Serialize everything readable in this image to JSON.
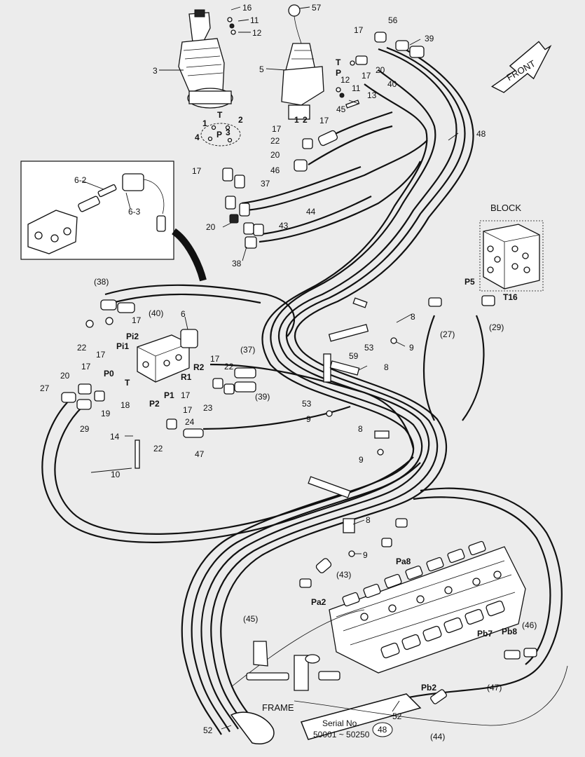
{
  "texts": {
    "front": "FRONT",
    "block": "BLOCK",
    "frame": "FRAME",
    "serial_line1": "Serial No.",
    "serial_line2": "50001 ~ 50250"
  },
  "labels": [
    {
      "key": "16",
      "text": "16"
    },
    {
      "key": "11a",
      "text": "11"
    },
    {
      "key": "12a",
      "text": "12"
    },
    {
      "key": "57",
      "text": "57"
    },
    {
      "key": "3",
      "text": "3"
    },
    {
      "key": "5",
      "text": "5"
    },
    {
      "key": "17a",
      "text": "17"
    },
    {
      "key": "56",
      "text": "56"
    },
    {
      "key": "39",
      "text": "39"
    },
    {
      "key": "T_top",
      "text": "T"
    },
    {
      "key": "P_top",
      "text": "P"
    },
    {
      "key": "17b",
      "text": "17"
    },
    {
      "key": "20a",
      "text": "20"
    },
    {
      "key": "40",
      "text": "40"
    },
    {
      "key": "12b",
      "text": "12"
    },
    {
      "key": "11b",
      "text": "11"
    },
    {
      "key": "13",
      "text": "13"
    },
    {
      "key": "1_top",
      "text": "1"
    },
    {
      "key": "2_top",
      "text": "2"
    },
    {
      "key": "45",
      "text": "45"
    },
    {
      "key": "17c",
      "text": "17"
    },
    {
      "key": "17d",
      "text": "17"
    },
    {
      "key": "22a",
      "text": "22"
    },
    {
      "key": "20b",
      "text": "20"
    },
    {
      "key": "46",
      "text": "46"
    },
    {
      "key": "48",
      "text": "48"
    },
    {
      "key": "1_c",
      "text": "1"
    },
    {
      "key": "T_c",
      "text": "T"
    },
    {
      "key": "2_c",
      "text": "2"
    },
    {
      "key": "4_c",
      "text": "4"
    },
    {
      "key": "P_c",
      "text": "P"
    },
    {
      "key": "3_c",
      "text": "3"
    },
    {
      "key": "17e",
      "text": "17"
    },
    {
      "key": "6-2",
      "text": "6-2"
    },
    {
      "key": "6-3",
      "text": "6-3"
    },
    {
      "key": "37",
      "text": "37"
    },
    {
      "key": "44",
      "text": "44"
    },
    {
      "key": "20c",
      "text": "20"
    },
    {
      "key": "43",
      "text": "43"
    },
    {
      "key": "38",
      "text": "38"
    },
    {
      "key": "p38",
      "text": "(38)"
    },
    {
      "key": "p40",
      "text": "(40)"
    },
    {
      "key": "6",
      "text": "6"
    },
    {
      "key": "17f",
      "text": "17"
    },
    {
      "key": "Pi2",
      "text": "Pi2"
    },
    {
      "key": "Pi1",
      "text": "Pi1"
    },
    {
      "key": "22b",
      "text": "22"
    },
    {
      "key": "17g",
      "text": "17"
    },
    {
      "key": "P5",
      "text": "P5"
    },
    {
      "key": "T16",
      "text": "T16"
    },
    {
      "key": "8a",
      "text": "8"
    },
    {
      "key": "p27a",
      "text": "(27)"
    },
    {
      "key": "p29a",
      "text": "(29)"
    },
    {
      "key": "9a",
      "text": "9"
    },
    {
      "key": "53a",
      "text": "53"
    },
    {
      "key": "p37",
      "text": "(37)"
    },
    {
      "key": "59",
      "text": "59"
    },
    {
      "key": "8b",
      "text": "8"
    },
    {
      "key": "17h",
      "text": "17"
    },
    {
      "key": "R2",
      "text": "R2"
    },
    {
      "key": "22c",
      "text": "22"
    },
    {
      "key": "R1",
      "text": "R1"
    },
    {
      "key": "17i",
      "text": "17"
    },
    {
      "key": "P0",
      "text": "P0"
    },
    {
      "key": "17j",
      "text": "17"
    },
    {
      "key": "20d",
      "text": "20"
    },
    {
      "key": "T_l",
      "text": "T"
    },
    {
      "key": "27",
      "text": "27"
    },
    {
      "key": "18",
      "text": "18"
    },
    {
      "key": "19",
      "text": "19"
    },
    {
      "key": "P2",
      "text": "P2"
    },
    {
      "key": "P1",
      "text": "P1"
    },
    {
      "key": "23",
      "text": "23"
    },
    {
      "key": "p39",
      "text": "(39)"
    },
    {
      "key": "17k",
      "text": "17"
    },
    {
      "key": "53b",
      "text": "53"
    },
    {
      "key": "9b",
      "text": "9"
    },
    {
      "key": "29",
      "text": "29"
    },
    {
      "key": "24",
      "text": "24"
    },
    {
      "key": "8c",
      "text": "8"
    },
    {
      "key": "14",
      "text": "14"
    },
    {
      "key": "22d",
      "text": "22"
    },
    {
      "key": "47",
      "text": "47"
    },
    {
      "key": "9c",
      "text": "9"
    },
    {
      "key": "10",
      "text": "10"
    },
    {
      "key": "8d",
      "text": "8"
    },
    {
      "key": "9d",
      "text": "9"
    },
    {
      "key": "Pa8",
      "text": "Pa8"
    },
    {
      "key": "p43",
      "text": "(43)"
    },
    {
      "key": "Pa2",
      "text": "Pa2"
    },
    {
      "key": "p45",
      "text": "(45)"
    },
    {
      "key": "Pb7",
      "text": "Pb7"
    },
    {
      "key": "Pb8",
      "text": "Pb8"
    },
    {
      "key": "p46",
      "text": "(46)"
    },
    {
      "key": "p47",
      "text": "(47)"
    },
    {
      "key": "Pb2",
      "text": "Pb2"
    },
    {
      "key": "52a",
      "text": "52"
    },
    {
      "key": "52b",
      "text": "52"
    },
    {
      "key": "c48",
      "text": "48"
    },
    {
      "key": "p44",
      "text": "(44)"
    }
  ]
}
